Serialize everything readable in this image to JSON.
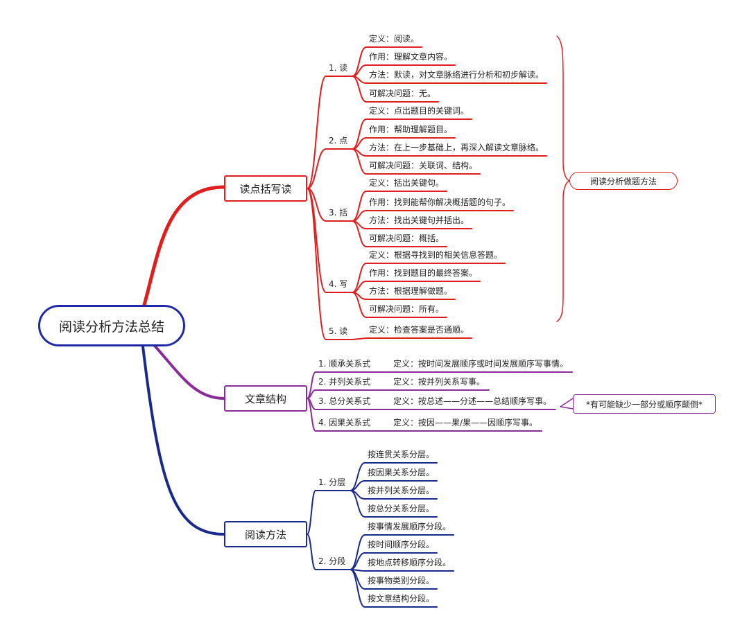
{
  "root": "阅读分析方法总结",
  "branches": [
    {
      "label": "读点括写读",
      "color": "#e11e1e",
      "summary": "阅读分析做题方法",
      "children": [
        {
          "label": "1. 读",
          "items": [
            "定义：阅读。",
            "作用：理解文章内容。",
            "方法：默读，对文章脉络进行分析和初步解读。",
            "可解决问题：无。"
          ]
        },
        {
          "label": "2. 点",
          "items": [
            "定义：点出题目的关键词。",
            "作用：帮助理解题目。",
            "方法：在上一步基础上，再深入解读文章脉络。",
            "可解决问题：关联词、结构。"
          ]
        },
        {
          "label": "3. 括",
          "items": [
            "定义：括出关键句。",
            "作用：找到能帮你解决概括题的句子。",
            "方法：找出关键句并括出。",
            "可解决问题：概括。"
          ]
        },
        {
          "label": "4. 写",
          "items": [
            "定义：根据寻找到的相关信息答题。",
            "作用：找到题目的最终答案。",
            "方法：根据理解做题。",
            "可解决问题：所有。"
          ]
        },
        {
          "label": "5. 读",
          "items": [
            "定义：检查答案是否通顺。"
          ]
        }
      ]
    },
    {
      "label": "文章结构",
      "color": "#8a2b9a",
      "note": "*有可能缺少一部分或顺序颠倒*",
      "children": [
        {
          "label": "1. 顺承关系式",
          "items": [
            "定义：按时间发展顺序或时间发展顺序写事情。"
          ]
        },
        {
          "label": "2. 并列关系式",
          "items": [
            "定义：按并列关系写事。"
          ]
        },
        {
          "label": "3. 总分关系式",
          "items": [
            "定义：按总述——分述——总结顺序写事。"
          ]
        },
        {
          "label": "4. 因果关系式",
          "items": [
            "定义：按因——果/果——因顺序写事。"
          ]
        }
      ]
    },
    {
      "label": "阅读方法",
      "color": "#1a2a8c",
      "children": [
        {
          "label": "1. 分层",
          "items": [
            "按连贯关系分层。",
            "按因果关系分层。",
            "按并列关系分层。",
            "按总分关系分层。"
          ]
        },
        {
          "label": "2. 分段",
          "items": [
            "按事情发展顺序分段。",
            "按时间顺序分段。",
            "按地点转移顺序分段。",
            "按事物类别分段。",
            "按文章结构分段。"
          ]
        }
      ]
    }
  ]
}
